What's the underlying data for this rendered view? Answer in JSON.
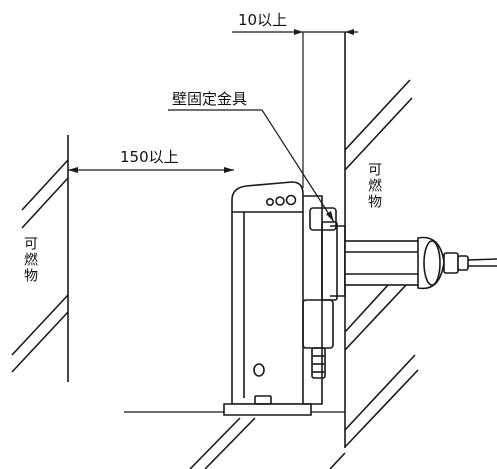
{
  "labels": {
    "clearance_side": "10以上",
    "wall_bracket": "壁固定金具",
    "clearance_front": "150以上",
    "combustible_left": "可燃物",
    "combustible_right": "可燃物"
  }
}
